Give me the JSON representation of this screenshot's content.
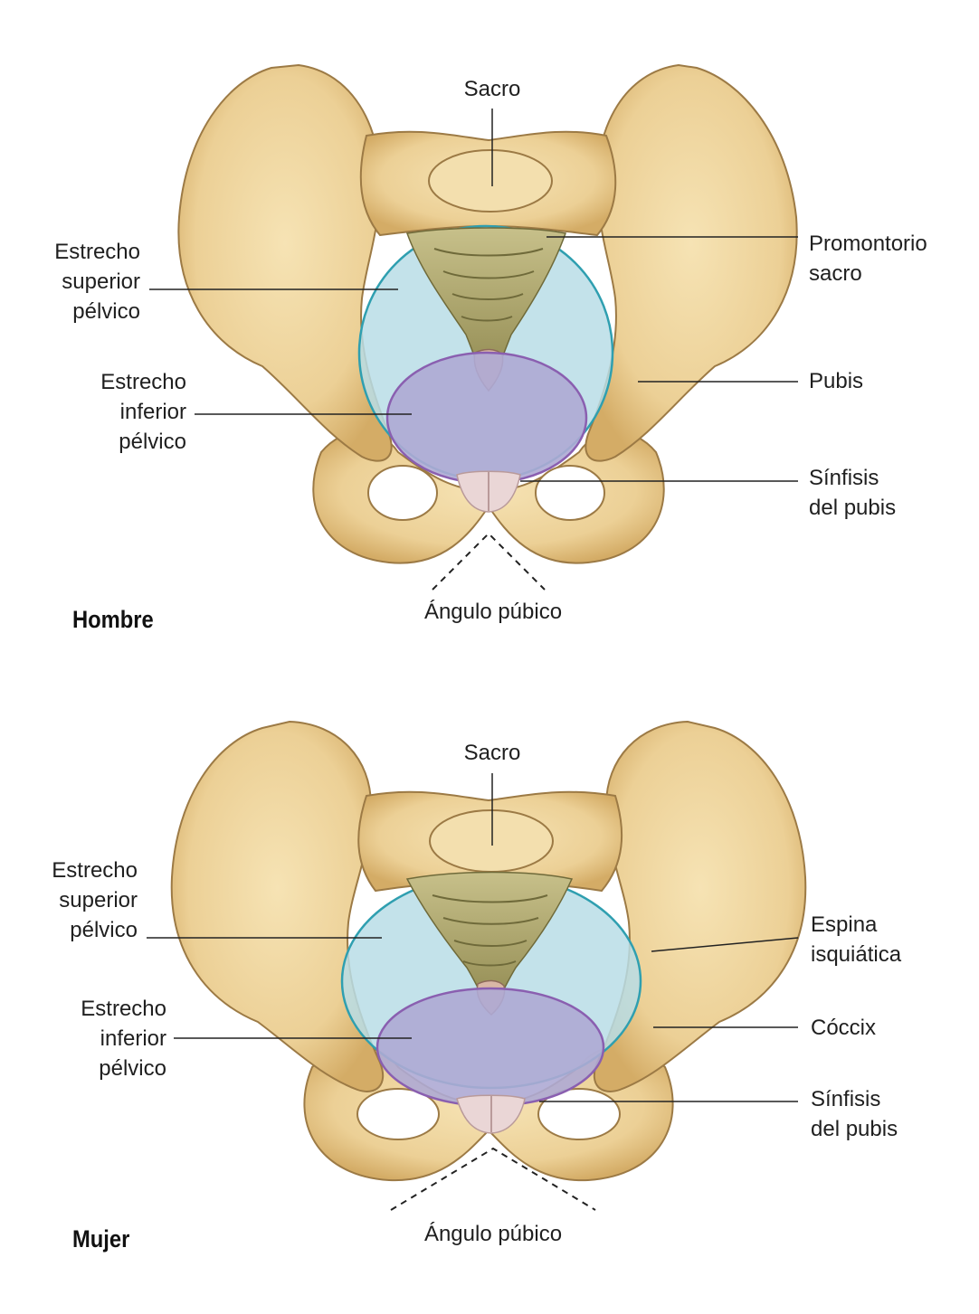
{
  "panels": [
    {
      "title": "Hombre",
      "labels": {
        "sacrum": "Sacro",
        "pelvic_inlet": "Estrecho\nsuperior\npélvico",
        "pelvic_outlet": "Estrecho\ninferior\npélvico",
        "sacral_promontory": "Promontorio\nsacro",
        "pubis": "Pubis",
        "pubic_symphysis": "Sínfisis\ndel pubis",
        "pubic_angle": "Ángulo púbico"
      }
    },
    {
      "title": "Mujer",
      "labels": {
        "sacrum": "Sacro",
        "pelvic_inlet": "Estrecho\nsuperior\npélvico",
        "pelvic_outlet": "Estrecho\ninferior\npélvico",
        "ischial_spine": "Espina\nisquiática",
        "coccyx": "Cóccix",
        "pubic_symphysis": "Sínfisis\ndel pubis",
        "pubic_angle": "Ángulo púbico"
      }
    }
  ],
  "colors": {
    "bone": "#efd49a",
    "bone_shadow": "#c99a55",
    "inlet_fill": "#b8dde6",
    "inlet_stroke": "#2f9fb0",
    "outlet_fill": "#aeaad4",
    "outlet_stroke": "#8a5fb0",
    "sacrum_vertebrae": "#b3ad72",
    "symphysis": "#ead6d6"
  }
}
